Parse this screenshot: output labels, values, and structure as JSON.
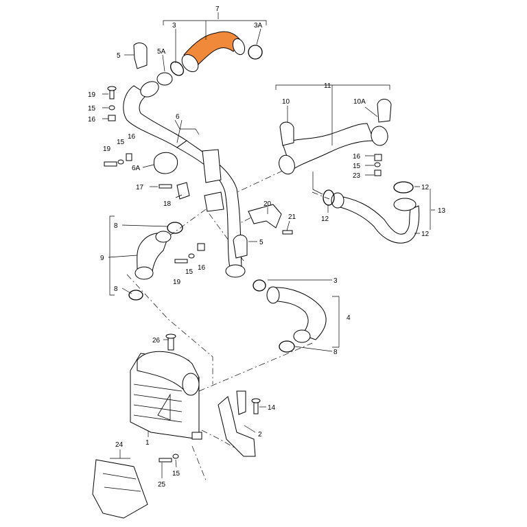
{
  "highlight_color": "#F08A3A",
  "callouts": [
    {
      "id": "c-7",
      "text": "7"
    },
    {
      "id": "c-3-top",
      "text": "3"
    },
    {
      "id": "c-3a",
      "text": "3A"
    },
    {
      "id": "c-5-top",
      "text": "5"
    },
    {
      "id": "c-5a",
      "text": "5A"
    },
    {
      "id": "c-19-top",
      "text": "19"
    },
    {
      "id": "c-15-top",
      "text": "15"
    },
    {
      "id": "c-16-top",
      "text": "16"
    },
    {
      "id": "c-6",
      "text": "6"
    },
    {
      "id": "c-19-mid",
      "text": "19"
    },
    {
      "id": "c-15-mid",
      "text": "15"
    },
    {
      "id": "c-16-mid",
      "text": "16"
    },
    {
      "id": "c-6a",
      "text": "6A"
    },
    {
      "id": "c-17",
      "text": "17"
    },
    {
      "id": "c-18",
      "text": "18"
    },
    {
      "id": "c-11",
      "text": "11"
    },
    {
      "id": "c-10",
      "text": "10"
    },
    {
      "id": "c-10a",
      "text": "10A"
    },
    {
      "id": "c-16-right",
      "text": "16"
    },
    {
      "id": "c-15-right",
      "text": "15"
    },
    {
      "id": "c-23",
      "text": "23"
    },
    {
      "id": "c-12-a",
      "text": "12"
    },
    {
      "id": "c-12-b",
      "text": "12"
    },
    {
      "id": "c-12-c",
      "text": "12"
    },
    {
      "id": "c-13",
      "text": "13"
    },
    {
      "id": "c-20",
      "text": "20"
    },
    {
      "id": "c-21",
      "text": "21"
    },
    {
      "id": "c-5-mid",
      "text": "5"
    },
    {
      "id": "c-8-a",
      "text": "8"
    },
    {
      "id": "c-9",
      "text": "9"
    },
    {
      "id": "c-8-b",
      "text": "8"
    },
    {
      "id": "c-19-low",
      "text": "19"
    },
    {
      "id": "c-15-low",
      "text": "15"
    },
    {
      "id": "c-16-low",
      "text": "16"
    },
    {
      "id": "c-3-low",
      "text": "3"
    },
    {
      "id": "c-4",
      "text": "4"
    },
    {
      "id": "c-8-c",
      "text": "8"
    },
    {
      "id": "c-26",
      "text": "26"
    },
    {
      "id": "c-14",
      "text": "14"
    },
    {
      "id": "c-2",
      "text": "2"
    },
    {
      "id": "c-1",
      "text": "1"
    },
    {
      "id": "c-24",
      "text": "24"
    },
    {
      "id": "c-15-bot",
      "text": "15"
    },
    {
      "id": "c-25",
      "text": "25"
    }
  ]
}
